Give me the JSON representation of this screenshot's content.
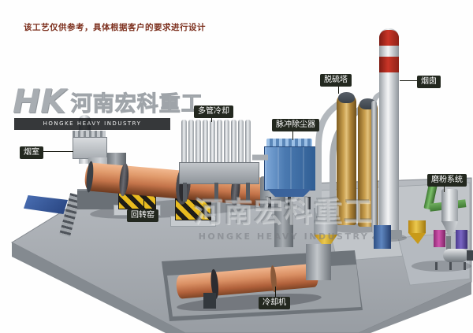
{
  "diagram": {
    "disclaimer": "该工艺仅供参考，具体根据客户的要求进行设计",
    "logo": {
      "monogram": "HK",
      "company_cn": "河南宏科重工",
      "banner_en": "HONGKE HEAVY INDUSTRY"
    },
    "watermark": {
      "company_cn": "河南宏科重工",
      "company_en": "HONGKE HEAVY INDUSTRY"
    },
    "labels": {
      "smoke_chamber": "烟室",
      "multi_tube_cooler": "多管冷却",
      "pulse_dust_collector": "脉冲除尘器",
      "desulfurization_tower": "脱硫塔",
      "chimney": "烟囱",
      "grinding_system": "磨粉系统",
      "rotary_kiln": "回转窑",
      "cooling_machine": "冷却机"
    },
    "colors": {
      "kiln_shell": "#cd7f54",
      "dust_collector_blue": "#4a79b0",
      "tower_gold": "#c99f4e",
      "chimney_red": "#b22a1e",
      "hazard_yellow": "#e9bc1f",
      "platform_gray": "#a9aeb3",
      "label_background": "#23281f",
      "disclaimer_text": "#7c2f1d"
    }
  }
}
